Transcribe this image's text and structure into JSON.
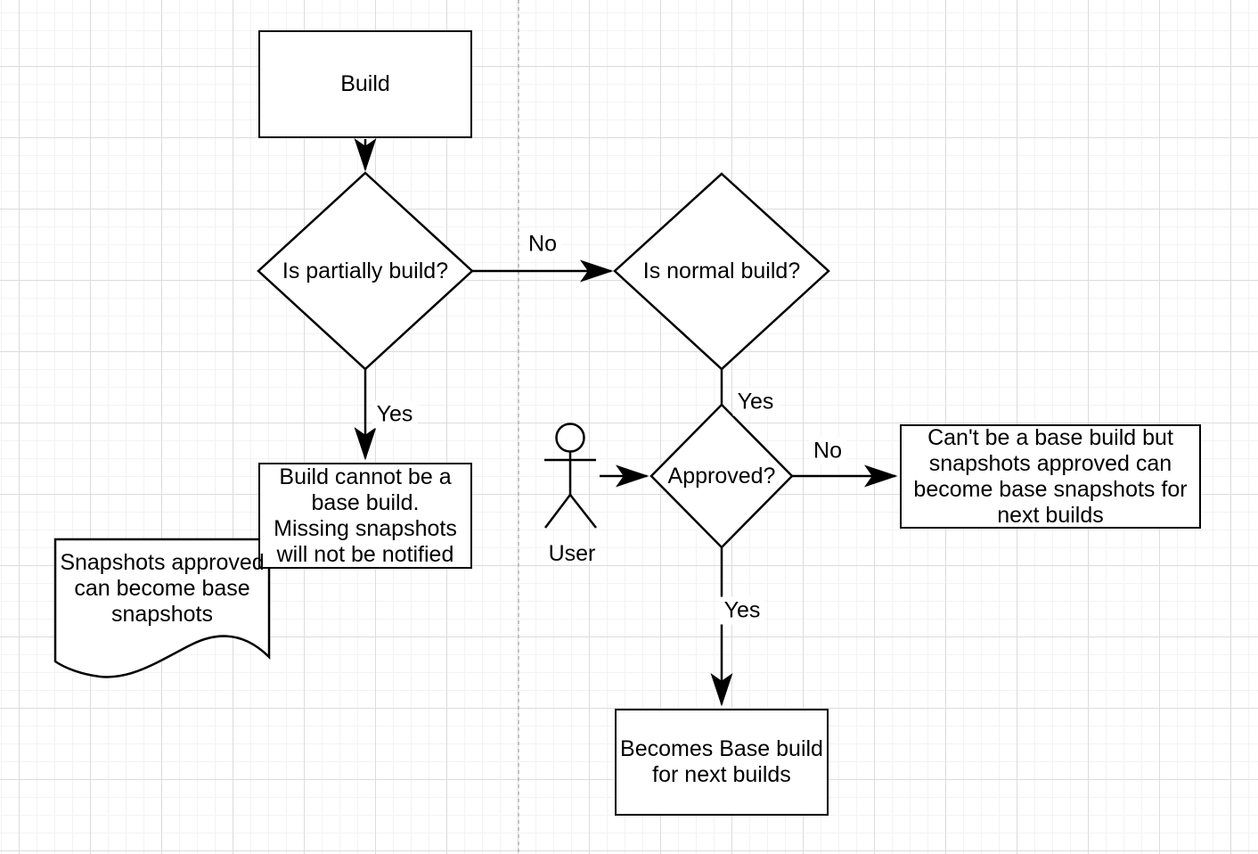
{
  "diagram": {
    "nodes": {
      "build": {
        "label": "Build"
      },
      "is_partially_build": {
        "label": "Is partially build?"
      },
      "is_normal_build": {
        "label": "Is normal build?"
      },
      "approved": {
        "label": "Approved?"
      },
      "cannot_be_base": {
        "label": "Build cannot be a\nbase build.\nMissing snapshots\nwill not be notified"
      },
      "cant_be_base_but": {
        "label": "Can't be a base build but\nsnapshots approved can\nbecome base snapshots for\nnext builds"
      },
      "becomes_base": {
        "label": "Becomes Base build\nfor next builds"
      },
      "snapshots_note": {
        "label": "Snapshots approved\ncan become base\nsnapshots"
      },
      "user": {
        "label": "User"
      }
    },
    "edge_labels": {
      "partial_to_normal_no": "No",
      "partial_to_cannot_yes": "Yes",
      "normal_to_approved_yes": "Yes",
      "approved_to_cant_no": "No",
      "approved_to_becomes_yes": "Yes"
    },
    "colors": {
      "stroke": "#000000",
      "shape_fill": "#ffffff",
      "grid_minor": "#f3f3f3",
      "grid_major": "#dcdcdc",
      "page_guide": "#b3b3b3"
    }
  }
}
